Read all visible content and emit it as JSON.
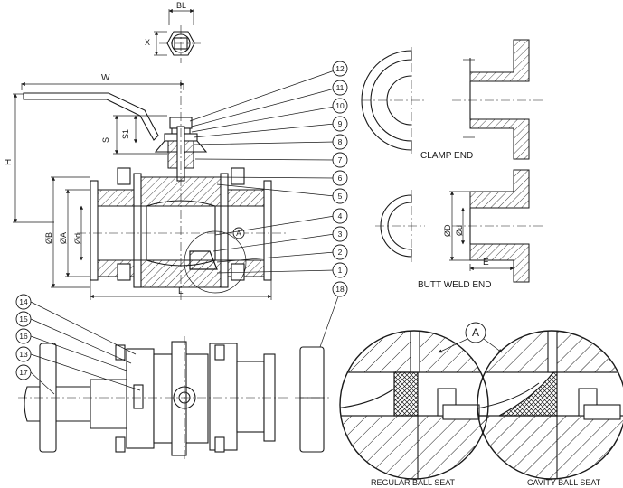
{
  "dims": {
    "bl": "BL",
    "x": "X",
    "w": "W",
    "h": "H",
    "s": "S",
    "s1": "S1",
    "ob": "ØB",
    "oa": "ØA",
    "od": "Ød",
    "l": "L",
    "od_cap": "ØD",
    "od2": "Ød",
    "e": "E"
  },
  "labels": {
    "clamp_end": "CLAMP END",
    "butt_weld_end": "BUTT WELD END",
    "regular_ball_seat": "REGULAR BALL SEAT",
    "cavity_ball_seat": "CAVITY  BALL SEAT",
    "detail_a": "A",
    "detail_a_small": "A"
  },
  "part_numbers": [
    "12",
    "11",
    "10",
    "9",
    "8",
    "7",
    "6",
    "5",
    "4",
    "3",
    "2",
    "1",
    "18",
    "14",
    "15",
    "16",
    "13",
    "17"
  ]
}
